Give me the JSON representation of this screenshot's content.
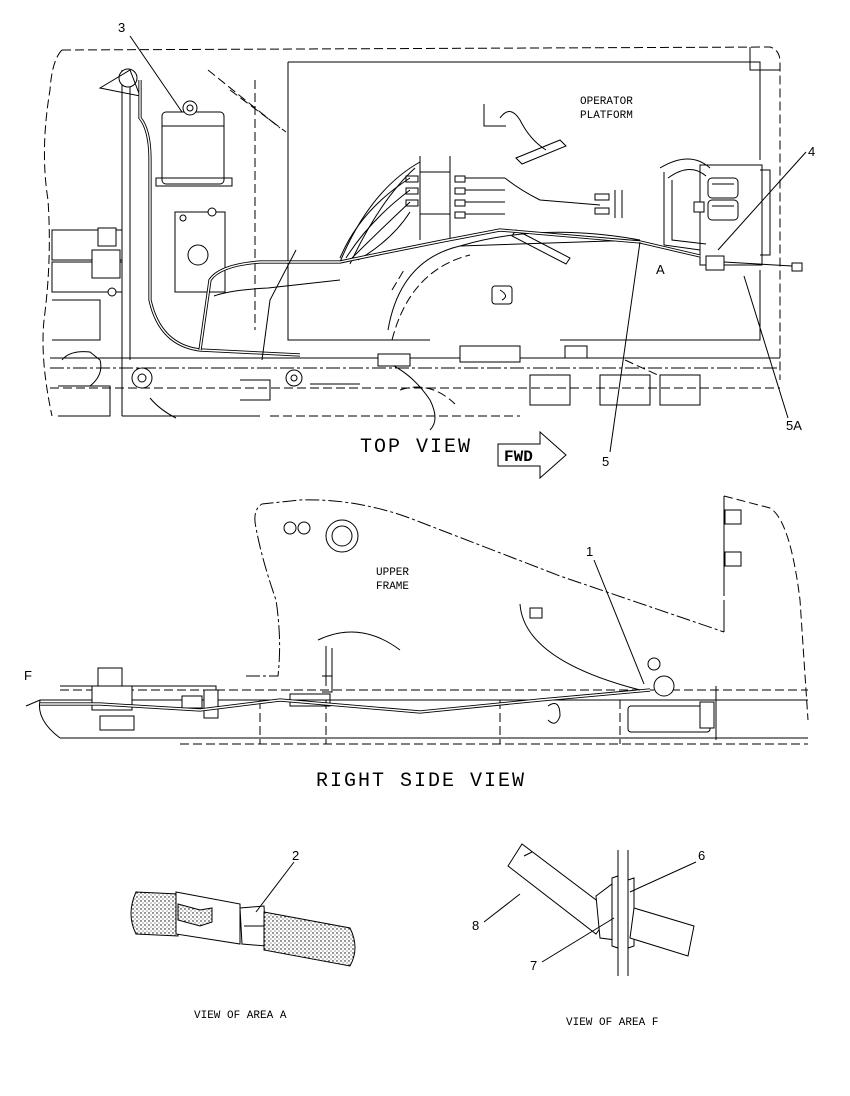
{
  "views": {
    "top": "TOP VIEW",
    "right_side": "RIGHT SIDE VIEW",
    "area_a": "VIEW OF AREA A",
    "area_f": "VIEW OF AREA F"
  },
  "labels": {
    "operator_platform_line1": "OPERATOR",
    "operator_platform_line2": "PLATFORM",
    "upper_frame_line1": "UPPER",
    "upper_frame_line2": "FRAME",
    "fwd": "FWD",
    "area_a_marker": "A",
    "area_f_marker": "F"
  },
  "callouts": [
    "1",
    "2",
    "3",
    "4",
    "5",
    "5A",
    "6",
    "7",
    "8"
  ]
}
